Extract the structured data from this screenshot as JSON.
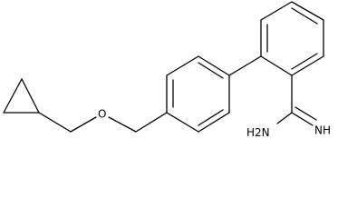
{
  "diagram": {
    "type": "chemical-structure",
    "atom_labels": {
      "oxygen": "O",
      "imine": "NH",
      "amine": "H2N"
    }
  }
}
